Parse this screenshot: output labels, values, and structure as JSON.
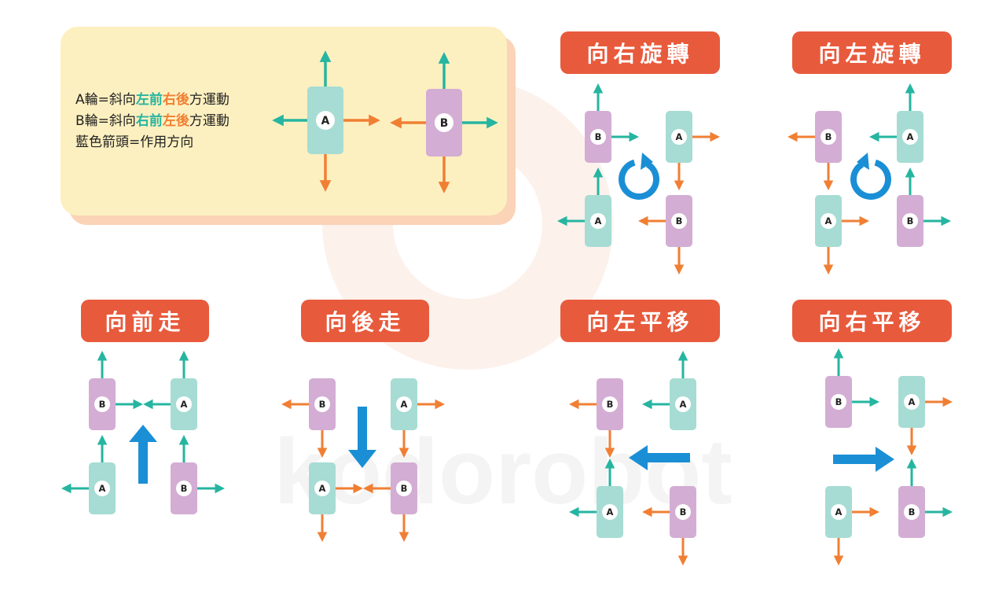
{
  "legend": {
    "line1": {
      "pre": "A輪=斜向",
      "c1": "左前",
      "c2": "右後",
      "post": "方運動"
    },
    "line2": {
      "pre": "B輪=斜向",
      "c1": "右前",
      "c2": "左後",
      "post": "方運動"
    },
    "line3": "藍色箭頭=作用方向",
    "wheel_a": "A",
    "wheel_b": "B"
  },
  "titles": {
    "rotate_right": "向右旋轉",
    "rotate_left": "向左旋轉",
    "forward": "向前走",
    "backward": "向後走",
    "strafe_left": "向左平移",
    "strafe_right": "向右平移"
  },
  "watermark": "kodorobot",
  "colors": {
    "wheel_a": "#a6dcd3",
    "wheel_b": "#d3add4",
    "arrow_teal": "#26b5a0",
    "arrow_orange": "#f07f34",
    "action_blue": "#1a8fd6",
    "badge_red": "#e85a3c",
    "legend_bg": "#fdf0c0"
  },
  "icons": {
    "wheel_arrows": "arrow",
    "rotate_cw": "rotate-clockwise-icon",
    "rotate_ccw": "rotate-counterclockwise-icon"
  }
}
